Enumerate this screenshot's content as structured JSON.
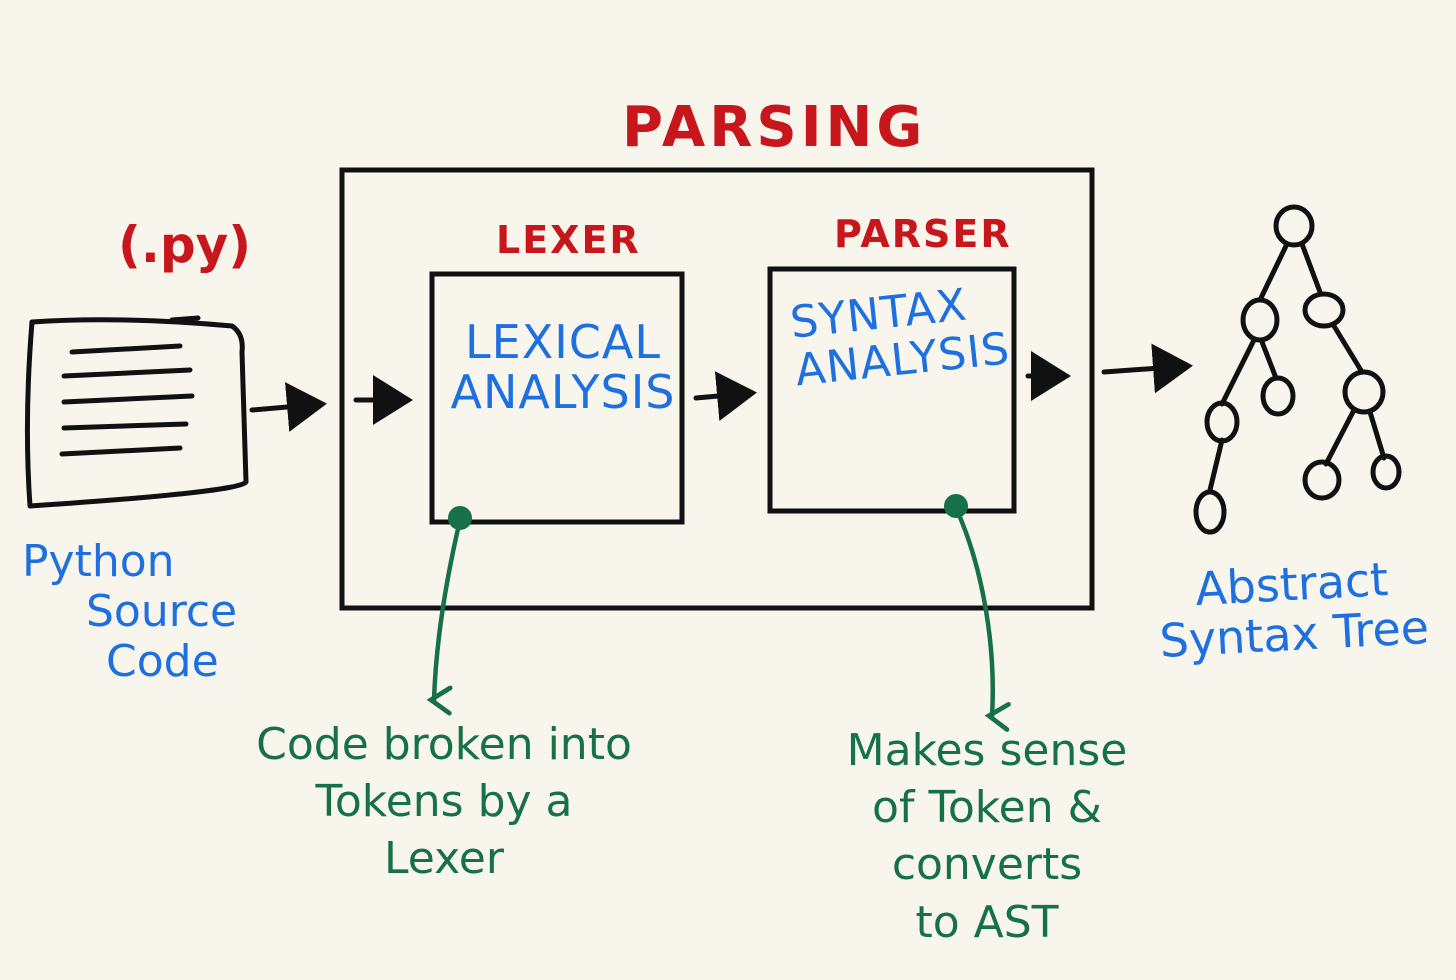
{
  "title": "PARSING",
  "file_extension": "(.py)",
  "source_label": {
    "line1": "Python",
    "line2": "Source",
    "line3": "Code"
  },
  "lexer": {
    "header": "LEXER",
    "body": "LEXICAL\nANALYSIS"
  },
  "parser": {
    "header": "PARSER",
    "body": "SYNTAX\nANALYSIS"
  },
  "output_label": "Abstract\nSyntax Tree",
  "lexer_note": "Code broken into\nTokens by a\nLexer",
  "parser_note": "Makes sense\nof Token & converts\nto AST",
  "colors": {
    "background": "#f8f6ec",
    "ink": "#111111",
    "title_red": "#c8161d",
    "label_blue": "#1e6fe0",
    "note_green": "#16704a"
  },
  "icons": {
    "document": "document-lines-icon",
    "tree": "syntax-tree-icon"
  }
}
